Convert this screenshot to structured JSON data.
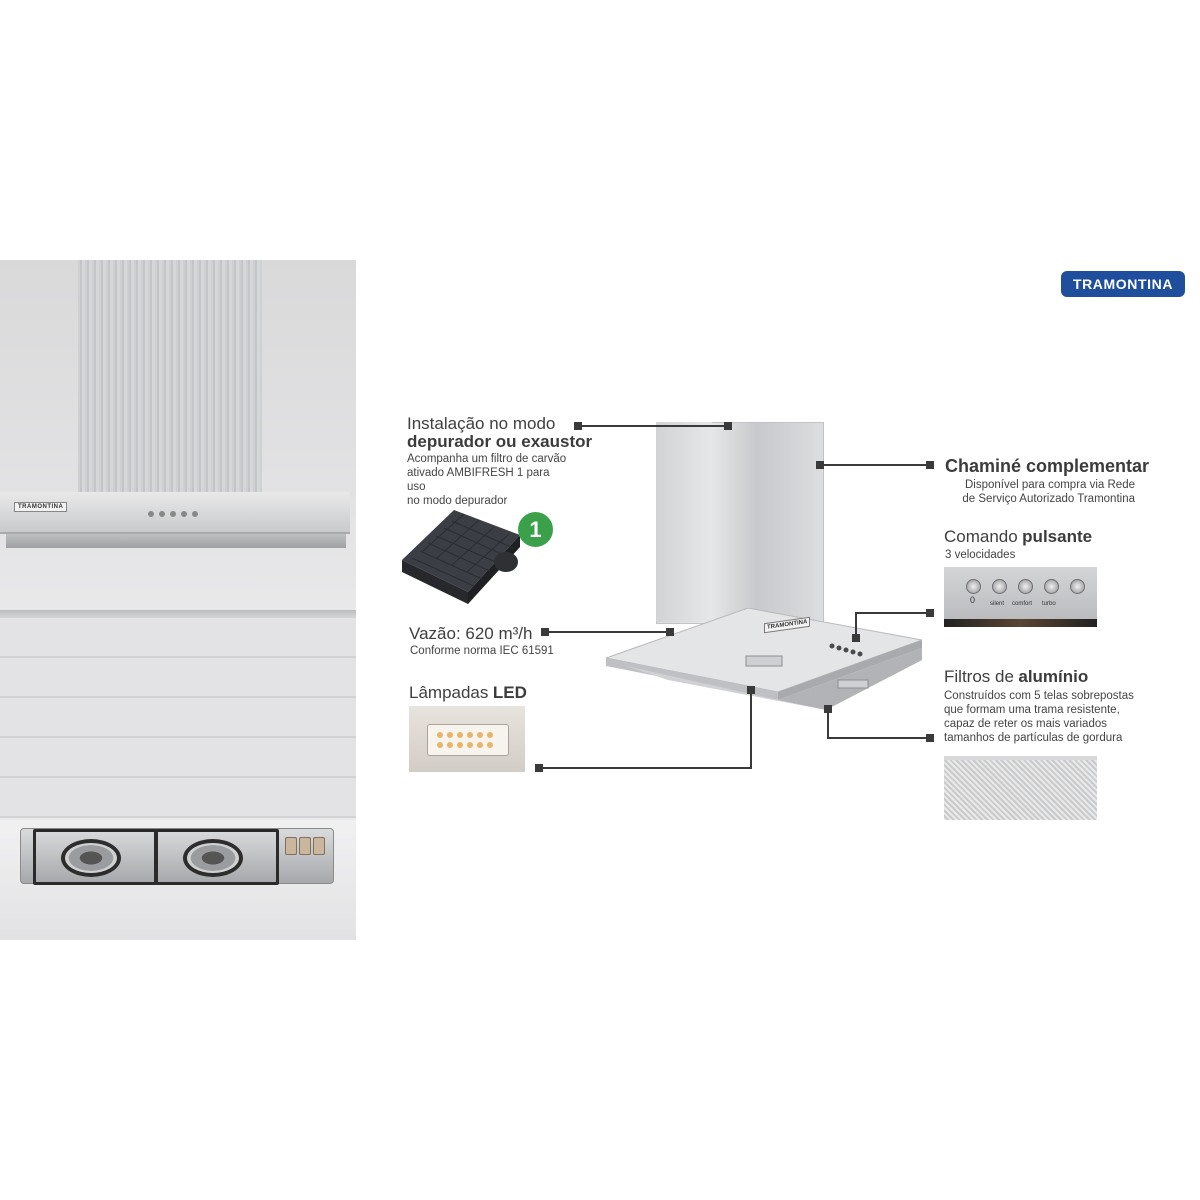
{
  "logo": {
    "text": "TRAMONTINA",
    "color": "#1f4e9c",
    "brand_mark_small": "TRAMONTINA"
  },
  "install": {
    "title_light": "Instalação no modo",
    "title_bold": "depurador ou exaustor",
    "desc_lines": [
      "Acompanha um filtro de carvão",
      "ativado AMBIFRESH 1 para uso",
      "no modo depurador"
    ],
    "badge": "1",
    "badge_color": "#3aa14a"
  },
  "flow": {
    "title": "Vazão: 620 m³/h",
    "desc": "Conforme norma IEC 61591"
  },
  "lamps": {
    "title_light": "Lâmpadas",
    "title_bold": "LED"
  },
  "chimney": {
    "title": "Chaminé complementar",
    "desc_lines": [
      "Disponível para compra via Rede",
      "de Serviço Autorizado Tramontina"
    ]
  },
  "control": {
    "title_light": "Comando",
    "title_bold": "pulsante",
    "desc": "3 velocidades",
    "button_labels": [
      "0",
      "silent",
      "comfort",
      "turbo",
      ""
    ]
  },
  "filters": {
    "title_light": "Filtros de",
    "title_bold": "alumínio",
    "desc_lines": [
      "Construídos com 5 telas sobrepostas",
      "que formam uma trama resistente,",
      "capaz de reter os mais variados",
      "tamanhos de partículas de gordura"
    ]
  }
}
